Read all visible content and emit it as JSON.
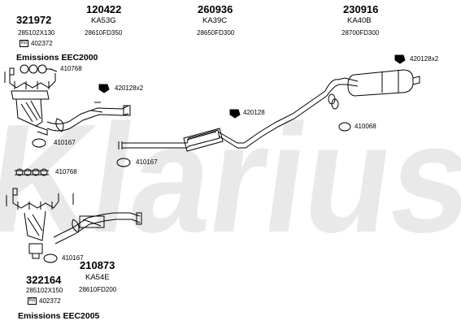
{
  "watermark": "Klarius",
  "top_parts": [
    {
      "part_number": "321972",
      "code": "",
      "sub": "285102X130",
      "kit_label": "Kit",
      "kit_code": "402372"
    },
    {
      "part_number": "120422",
      "code": "KA53G",
      "sub": "28610FD350"
    },
    {
      "part_number": "260936",
      "code": "KA39C",
      "sub": "28650FD300"
    },
    {
      "part_number": "230916",
      "code": "KA40B",
      "sub": "28700FD300"
    }
  ],
  "bottom_parts": [
    {
      "part_number": "210873",
      "code": "KA54E",
      "sub": "28610FD200"
    },
    {
      "part_number": "322164",
      "code": "",
      "sub": "285102X150",
      "kit_label": "Kit",
      "kit_code": "402372"
    }
  ],
  "groups": {
    "top": "Emissions EEC2000",
    "bottom": "Emissions EEC2005"
  },
  "refs": {
    "r410768_a": "410768",
    "r410167_a": "410167",
    "r420128x2_a": "420128x2",
    "r420128": "420128",
    "r420128x2_b": "420128x2",
    "r410068": "410068",
    "r410167_b": "410167",
    "r410768_b": "410768",
    "r410167_c": "410167"
  },
  "colors": {
    "line": "#000000",
    "watermark": "#e6e6e6"
  }
}
